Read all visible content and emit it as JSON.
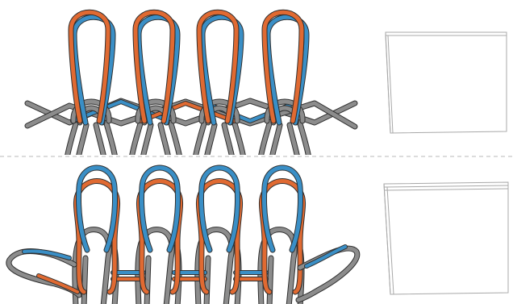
{
  "figure": {
    "panels": [
      {
        "id": "top",
        "loop_count": 4,
        "front_strand": "orange"
      },
      {
        "id": "bottom",
        "loop_count": 4,
        "front_strand": "blue"
      }
    ],
    "divider_style": "dashed",
    "colors": {
      "background": "#ffffff",
      "blue_strand": "#3a8fc6",
      "orange_strand": "#e06a32",
      "gray_strand": "#8c8c8c",
      "strand_outline": "#2f2f2f",
      "divider": "#b9b9b9",
      "sheet_outline": "#a8a8a8"
    }
  }
}
